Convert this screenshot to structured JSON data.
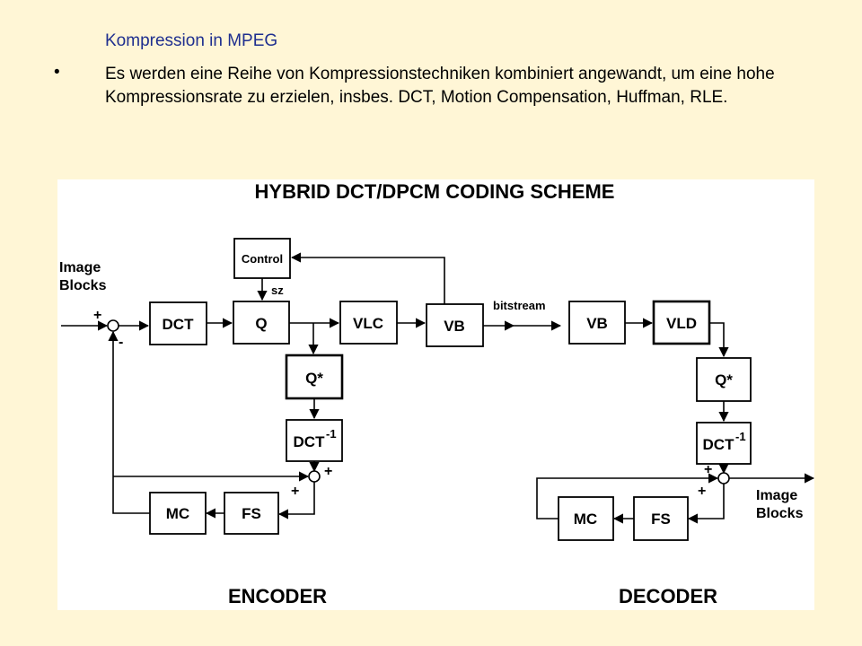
{
  "slide": {
    "title": "Kompression in MPEG",
    "bullet_symbol": "•",
    "bullet_text": "Es werden eine Reihe von Kompressionstechniken kombiniert angewandt, um eine hohe Kompressionsrate zu erzielen, insbes. DCT, Motion Compensation, Huffman, RLE."
  },
  "diagram": {
    "title": "HYBRID DCT/DPCM CODING SCHEME",
    "encoder_label": "ENCODER",
    "decoder_label": "DECODER",
    "input_label_line1": "Image",
    "input_label_line2": "Blocks",
    "output_label_line1": "Image",
    "output_label_line2": "Blocks",
    "bitstream_label": "bitstream",
    "sz_label": "sz",
    "plus": "+",
    "minus": "-",
    "superscript_minus_one": "-1",
    "encoder_blocks": {
      "control": "Control",
      "dct": "DCT",
      "q": "Q",
      "vlc": "VLC",
      "vb": "VB",
      "q_inverse": "Q*",
      "idct": "DCT",
      "mc": "MC",
      "fs": "FS"
    },
    "decoder_blocks": {
      "vb": "VB",
      "vld": "VLD",
      "q_inverse": "Q*",
      "idct": "DCT",
      "mc": "MC",
      "fs": "FS"
    }
  }
}
